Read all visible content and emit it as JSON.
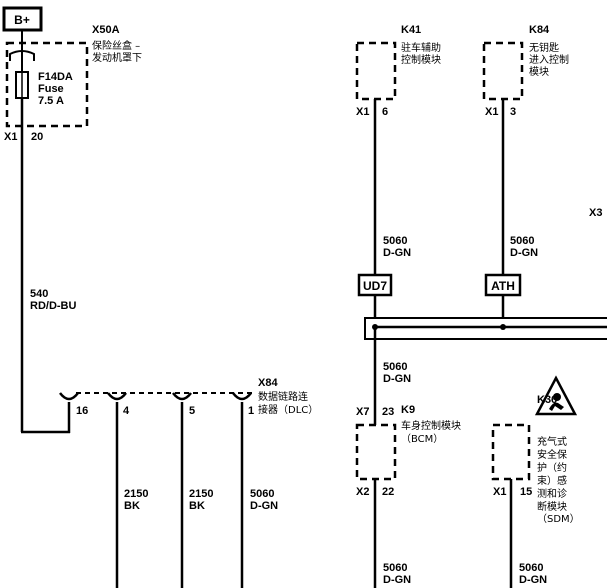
{
  "power": {
    "label": "B+"
  },
  "fuse_block": {
    "ref": "X50A",
    "name_line1": "保险丝盒 –",
    "name_line2": "发动机罩下",
    "fuse_id": "F14DA",
    "fuse_word": "Fuse",
    "fuse_rating": "7.5 A",
    "conn": "X1",
    "pin": "20"
  },
  "wire_540": {
    "circuit": "540",
    "color": "RD/D-BU"
  },
  "module_k41": {
    "ref": "K41",
    "name_line1": "驻车辅助",
    "name_line2": "控制模块",
    "conn": "X1",
    "pin": "6"
  },
  "module_k84": {
    "ref": "K84",
    "name_line1": "无钥匙",
    "name_line2": "进入控制",
    "name_line3": "模块",
    "conn": "X1",
    "pin": "3"
  },
  "x31_label": "X3",
  "wire_k41": {
    "circuit": "5060",
    "color": "D-GN"
  },
  "wire_k84": {
    "circuit": "5060",
    "color": "D-GN"
  },
  "splice_ud7": "UD7",
  "splice_ath": "ATH",
  "wire_bus_down": {
    "circuit": "5060",
    "color": "D-GN"
  },
  "dlc": {
    "ref": "X84",
    "name_line1": "数据链路连",
    "name_line2": "接器（DLC）",
    "pins": [
      "16",
      "4",
      "5",
      "1"
    ]
  },
  "wire_dlc4": {
    "circuit": "2150",
    "color": "BK"
  },
  "wire_dlc5": {
    "circuit": "2150",
    "color": "BK"
  },
  "wire_dlc1": {
    "circuit": "5060",
    "color": "D-GN"
  },
  "module_k9": {
    "ref": "K9",
    "name_line1": "车身控制模块",
    "name_line2": "（BCM）",
    "conn_top": "X7",
    "pin_top": "23",
    "conn_bottom": "X2",
    "pin_bottom": "22"
  },
  "module_k36": {
    "ref": "K36",
    "name_lines": [
      "充气式",
      "安全保",
      "护（约",
      "束）感",
      "测和诊",
      "断模块",
      "（SDM）"
    ],
    "conn": "X1",
    "pin": "15"
  },
  "wire_k9_out": {
    "circuit": "5060",
    "color": "D-GN"
  },
  "wire_k36_out": {
    "circuit": "5060",
    "color": "D-GN"
  }
}
